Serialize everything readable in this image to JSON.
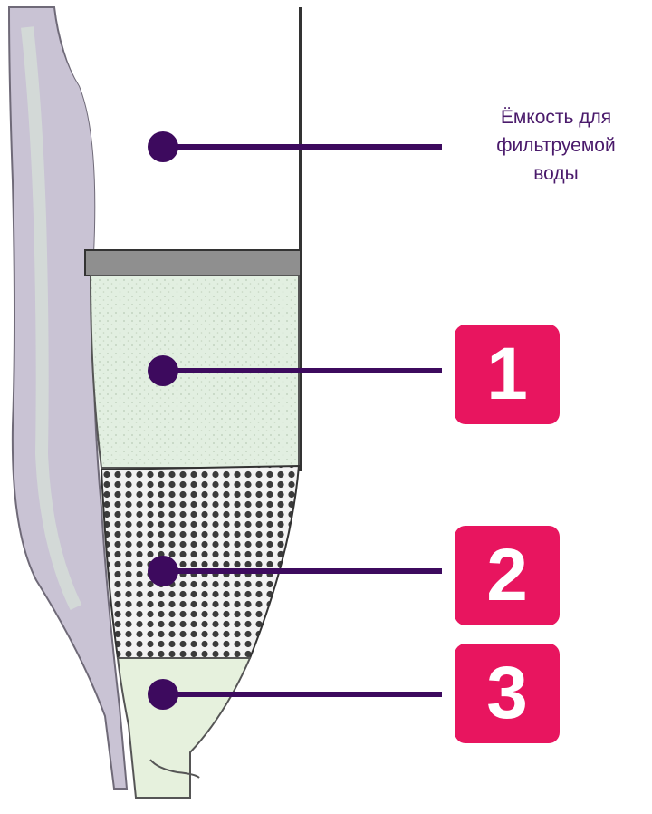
{
  "colors": {
    "leader": "#3d0a5e",
    "badge": "#e8155f",
    "caption_text": "#4a1a6b",
    "wall": "#c9c3d4",
    "layer1": "#e2efe1",
    "layer3": "#e6f1dd"
  },
  "labels": {
    "container": "Ёмкость для\nфильтруемой\nводы",
    "layer_1": "1",
    "layer_2": "2",
    "layer_3": "3"
  }
}
